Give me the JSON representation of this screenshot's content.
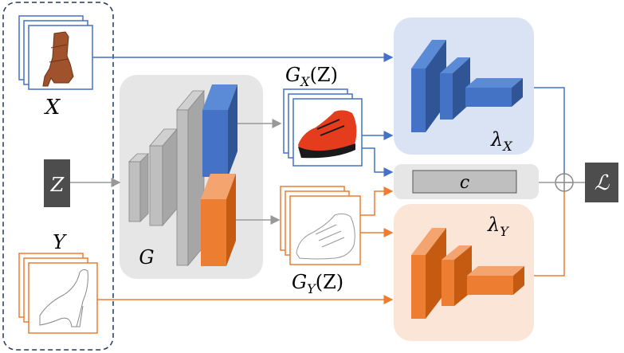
{
  "labels": {
    "x": "X",
    "z": "Z",
    "y": "Y",
    "generator": "G",
    "gx_prefix": "G",
    "gx_sub": "X",
    "gx_suffix": "(Z)",
    "gy_prefix": "G",
    "gy_sub": "Y",
    "gy_suffix": "(Z)",
    "lambda_x_symbol": "λ",
    "lambda_x_sub": "X",
    "lambda_y_symbol": "λ",
    "lambda_y_sub": "Y",
    "c": "c",
    "loss": "ℒ",
    "plus": "⊕"
  },
  "colors": {
    "blue": "#4472c4",
    "blue_dark": "#2f5597",
    "orange": "#ed7d31",
    "orange_dark": "#c55a11",
    "gray_panel": "#e6e6e6",
    "dark_box": "#4d4d4d",
    "light_blue_panel": "#dae3f3",
    "light_orange_panel": "#fbe5d6",
    "gray_line": "#999999",
    "dashed_border": "#1f3864"
  }
}
